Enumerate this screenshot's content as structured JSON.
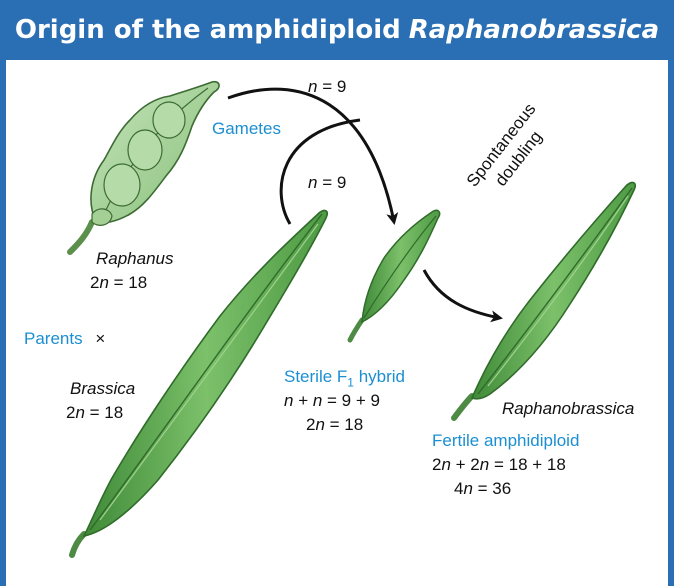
{
  "title": {
    "prefix": "Origin of the amphidiploid",
    "italic": "Raphanobrassica"
  },
  "labels": {
    "gametes": "Gametes",
    "n_upper": "n",
    "n_upper_eq": " = 9",
    "n_lower": "n",
    "n_lower_eq": " = 9",
    "spontaneous": "Spontaneous",
    "doubling": "doubling",
    "parents": "Parents",
    "cross": "×"
  },
  "raphanus": {
    "name": "Raphanus",
    "ploidy_pre": "2",
    "ploidy_n": "n",
    "ploidy_eq": " = 18"
  },
  "brassica": {
    "name": "Brassica",
    "ploidy_pre": "2",
    "ploidy_n": "n",
    "ploidy_eq": " = 18"
  },
  "hybrid": {
    "name_pre": "Sterile F",
    "name_sub": "1",
    "name_post": " hybrid",
    "line1_n1": "n",
    "line1_plus": " + ",
    "line1_n2": "n",
    "line1_eq": " = 9 + 9",
    "line2_pre": "2",
    "line2_n": "n",
    "line2_eq": " = 18"
  },
  "amphidiploid": {
    "name": "Raphanobrassica",
    "fertile": "Fertile amphidiploid",
    "line1_pre1": "2",
    "line1_n1": "n",
    "line1_plus": " + 2",
    "line1_n2": "n",
    "line1_eq": " = 18 + 18",
    "line2_pre": "4",
    "line2_n": "n",
    "line2_eq": " = 36"
  },
  "colors": {
    "title_bg": "#2a6eb4",
    "label_blue": "#1b8fd2",
    "pod_green": "#6fb35a",
    "pod_dark": "#2f6b2a",
    "raphanus_green": "#a9d49c"
  }
}
